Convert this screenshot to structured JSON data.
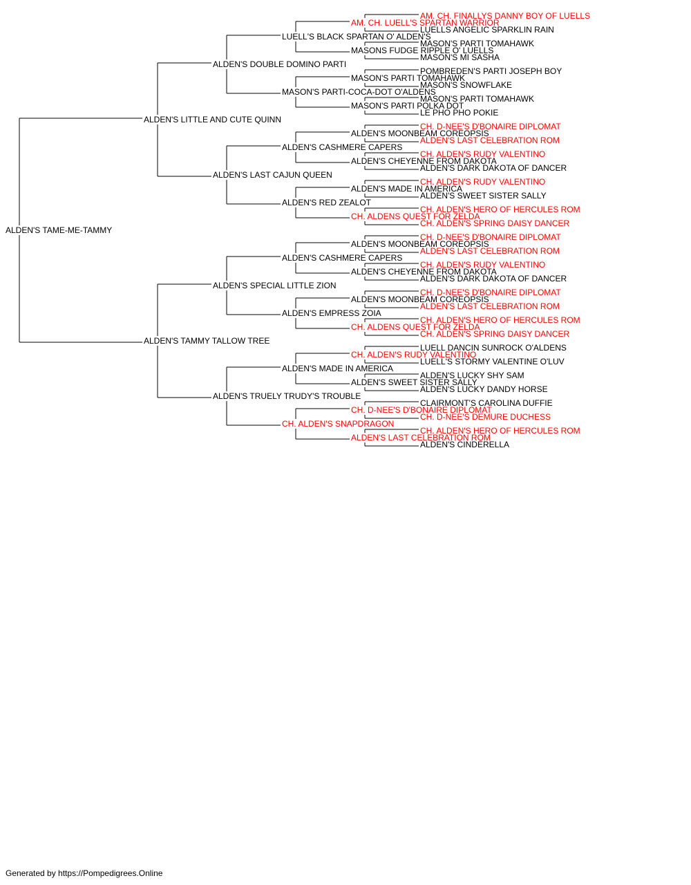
{
  "colors": {
    "normal": "#000000",
    "champion": "#ff0000",
    "line": "#000000"
  },
  "footer": "Generated by https://Pompedigrees.Online",
  "pedigree": {
    "name": "ALDEN'S TAME-ME-TAMMY",
    "ch": false,
    "sire": {
      "name": "ALDEN'S LITTLE AND CUTE QUINN",
      "ch": false,
      "sire": {
        "name": "ALDEN'S DOUBLE DOMINO PARTI",
        "ch": false,
        "sire": {
          "name": "LUELL'S BLACK SPARTAN O' ALDEN'S",
          "ch": false,
          "sire": {
            "name": "AM. CH. LUELL'S SPARTAN WARRIOR",
            "ch": true,
            "sire": {
              "name": "AM. CH. FINALLYS DANNY BOY OF LUELLS",
              "ch": true
            },
            "dam": {
              "name": "LUELLS ANGELIC SPARKLIN RAIN",
              "ch": false
            }
          },
          "dam": {
            "name": "MASONS FUDGE RIPPLE O' LUELLS",
            "ch": false,
            "sire": {
              "name": "MASON'S PARTI TOMAHAWK",
              "ch": false
            },
            "dam": {
              "name": "MASON'S MI SASHA",
              "ch": false
            }
          }
        },
        "dam": {
          "name": "MASON'S PARTI-COCA-DOT O'ALDENS",
          "ch": false,
          "sire": {
            "name": "MASON'S PARTI TOMAHAWK",
            "ch": false,
            "sire": {
              "name": "POMBREDEN'S PARTI JOSEPH BOY",
              "ch": false
            },
            "dam": {
              "name": "MASON'S SNOWFLAKE",
              "ch": false
            }
          },
          "dam": {
            "name": "MASON'S PARTI POLKA DOT",
            "ch": false,
            "sire": {
              "name": "MASON'S PARTI TOMAHAWK",
              "ch": false
            },
            "dam": {
              "name": "LE PHO PHO POKIE",
              "ch": false
            }
          }
        }
      },
      "dam": {
        "name": "ALDEN'S LAST CAJUN QUEEN",
        "ch": false,
        "sire": {
          "name": "ALDEN'S CASHMERE CAPERS",
          "ch": false,
          "sire": {
            "name": "ALDEN'S MOONBEAM COREOPSIS",
            "ch": false,
            "sire": {
              "name": "CH. D-NEE'S D'BONAIRE DIPLOMAT",
              "ch": true
            },
            "dam": {
              "name": "ALDEN'S LAST CELEBRATION ROM",
              "ch": true
            }
          },
          "dam": {
            "name": "ALDEN'S CHEYENNE FROM DAKOTA",
            "ch": false,
            "sire": {
              "name": "CH. ALDEN'S RUDY VALENTINO",
              "ch": true
            },
            "dam": {
              "name": "ALDEN'S DARK DAKOTA OF DANCER",
              "ch": false
            }
          }
        },
        "dam": {
          "name": "ALDEN'S RED ZEALOT",
          "ch": false,
          "sire": {
            "name": "ALDEN'S MADE IN AMERICA",
            "ch": false,
            "sire": {
              "name": "CH. ALDEN'S RUDY VALENTINO",
              "ch": true
            },
            "dam": {
              "name": "ALDEN'S SWEET SISTER SALLY",
              "ch": false
            }
          },
          "dam": {
            "name": "CH. ALDENS QUEST FOR ZELDA",
            "ch": true,
            "sire": {
              "name": "CH. ALDEN'S HERO OF HERCULES ROM",
              "ch": true
            },
            "dam": {
              "name": "CH. ALDEN'S SPRING DAISY DANCER",
              "ch": true
            }
          }
        }
      }
    },
    "dam": {
      "name": "ALDEN'S TAMMY TALLOW TREE",
      "ch": false,
      "sire": {
        "name": "ALDEN'S SPECIAL LITTLE ZION",
        "ch": false,
        "sire": {
          "name": "ALDEN'S CASHMERE CAPERS",
          "ch": false,
          "sire": {
            "name": "ALDEN'S MOONBEAM COREOPSIS",
            "ch": false,
            "sire": {
              "name": "CH. D-NEE'S D'BONAIRE DIPLOMAT",
              "ch": true
            },
            "dam": {
              "name": "ALDEN'S LAST CELEBRATION ROM",
              "ch": true
            }
          },
          "dam": {
            "name": "ALDEN'S CHEYENNE FROM DAKOTA",
            "ch": false,
            "sire": {
              "name": "CH. ALDEN'S RUDY VALENTINO",
              "ch": true
            },
            "dam": {
              "name": "ALDEN'S DARK DAKOTA OF DANCER",
              "ch": false
            }
          }
        },
        "dam": {
          "name": "ALDEN'S EMPRESS ZOIA",
          "ch": false,
          "sire": {
            "name": "ALDEN'S MOONBEAM COREOPSIS",
            "ch": false,
            "sire": {
              "name": "CH. D-NEE'S D'BONAIRE DIPLOMAT",
              "ch": true
            },
            "dam": {
              "name": "ALDEN'S LAST CELEBRATION ROM",
              "ch": true
            }
          },
          "dam": {
            "name": "CH. ALDENS QUEST FOR ZELDA",
            "ch": true,
            "sire": {
              "name": "CH. ALDEN'S HERO OF HERCULES ROM",
              "ch": true
            },
            "dam": {
              "name": "CH. ALDEN'S SPRING DAISY DANCER",
              "ch": true
            }
          }
        }
      },
      "dam": {
        "name": "ALDEN'S TRUELY TRUDY'S TROUBLE",
        "ch": false,
        "sire": {
          "name": "ALDEN'S MADE IN AMERICA",
          "ch": false,
          "sire": {
            "name": "CH. ALDEN'S RUDY VALENTINO",
            "ch": true,
            "sire": {
              "name": "LUELL DANCIN SUNROCK O'ALDENS",
              "ch": false
            },
            "dam": {
              "name": "LUELL'S STORMY VALENTINE O'LUV",
              "ch": false
            }
          },
          "dam": {
            "name": "ALDEN'S SWEET SISTER SALLY",
            "ch": false,
            "sire": {
              "name": "ALDEN'S LUCKY SHY SAM",
              "ch": false
            },
            "dam": {
              "name": "ALDEN'S LUCKY DANDY HORSE",
              "ch": false
            }
          }
        },
        "dam": {
          "name": "CH. ALDEN'S SNAPDRAGON",
          "ch": true,
          "sire": {
            "name": "CH. D-NEE'S D'BONAIRE DIPLOMAT",
            "ch": true,
            "sire": {
              "name": "CLAIRMONT'S CAROLINA DUFFIE",
              "ch": false
            },
            "dam": {
              "name": "CH. D-NEE'S DEMURE DUCHESS",
              "ch": true
            }
          },
          "dam": {
            "name": "ALDEN'S LAST CELEBRATION ROM",
            "ch": true,
            "sire": {
              "name": "CH. ALDEN'S HERO OF HERCULES ROM",
              "ch": true
            },
            "dam": {
              "name": "ALDEN'S CINDERELLA",
              "ch": false
            }
          }
        }
      }
    }
  }
}
